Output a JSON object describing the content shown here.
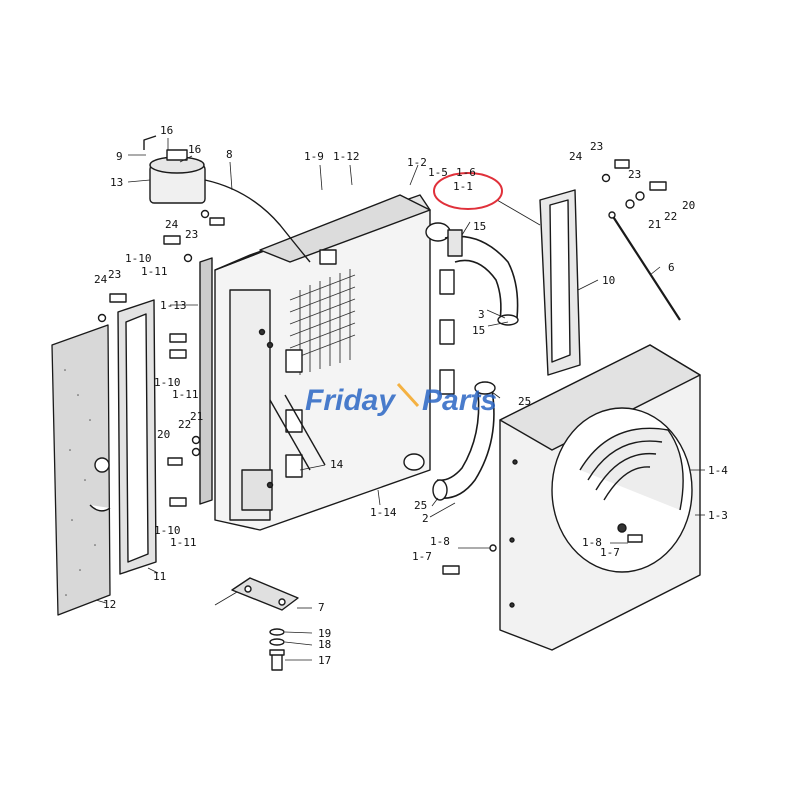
{
  "watermark": {
    "part1": "Friday",
    "part2": "Parts",
    "color": "#2b66c4",
    "accent": "#f5a623"
  },
  "highlight": {
    "label": "1-1",
    "color": "#e0303a"
  },
  "callouts": {
    "c16a": "16",
    "c16b": "16",
    "c9": "9",
    "c13": "13",
    "c8": "8",
    "c24a": "24",
    "c23a": "23",
    "c1_10a": "1-10",
    "c1_11a": "1-11",
    "c1_9": "1-9",
    "c1_12": "1-12",
    "c1_2": "1-2",
    "c1_5": "1-5",
    "c1_6": "1-6",
    "c15a": "15",
    "c3": "3",
    "c15b": "15",
    "c24b": "24",
    "c23b": "23",
    "c10": "10",
    "c23c": "23",
    "c20a": "20",
    "c22a": "22",
    "c21a": "21",
    "c6": "6",
    "c24c": "24",
    "c23d": "23",
    "c1_13": "1-13",
    "c1_10b": "1-10",
    "c1_11b": "1-11",
    "c22b": "22",
    "c21b": "21",
    "c20b": "20",
    "c25a": "25",
    "c14": "14",
    "c1_14": "1-14",
    "c25b": "25",
    "c2": "2",
    "c1_10c": "1-10",
    "c1_11c": "1-11",
    "c11": "11",
    "c12": "12",
    "c1_8a": "1-8",
    "c1_7a": "1-7",
    "c1_4": "1-4",
    "c1_3": "1-3",
    "c1_8b": "1-8",
    "c1_7b": "1-7",
    "c7": "7",
    "c19": "19",
    "c18": "18",
    "c17": "17"
  }
}
